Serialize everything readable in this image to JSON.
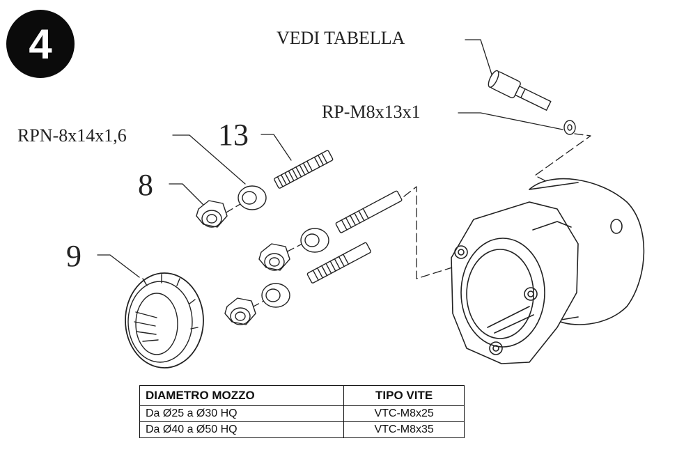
{
  "step_number": "4",
  "labels": {
    "vedi_tabella": "VEDI TABELLA",
    "washer_rp": "RP-M8x13x1",
    "washer_rpn": "RPN-8x14x1,6",
    "part_13": "13",
    "part_8": "8",
    "part_9": "9"
  },
  "table": {
    "headers": [
      "DIAMETRO MOZZO",
      "TIPO VITE"
    ],
    "rows": [
      [
        "Da Ø25 a Ø30 HQ",
        "VTC-M8x25"
      ],
      [
        "Da Ø40 a Ø50 HQ",
        "VTC-M8x35"
      ]
    ]
  }
}
